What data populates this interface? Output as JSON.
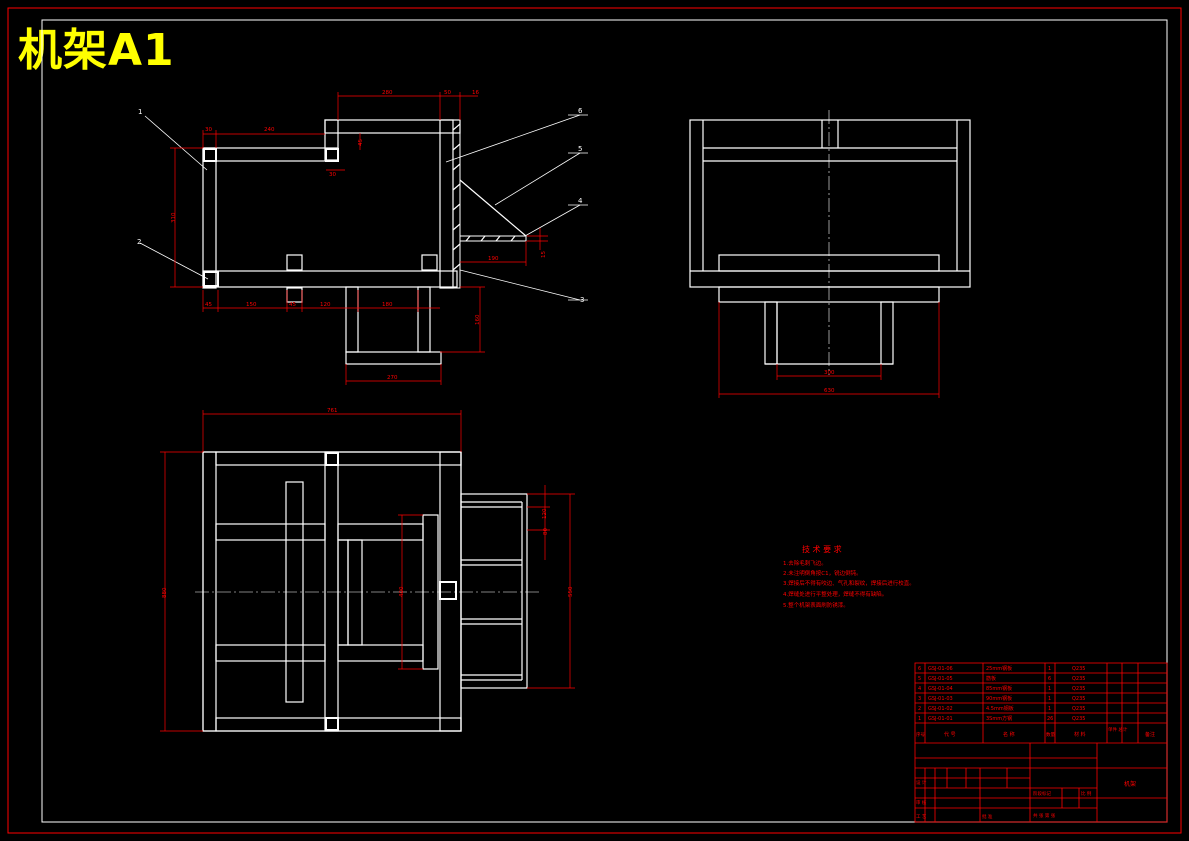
{
  "title": "机架A1",
  "colors": {
    "outline": "#ffffff",
    "dimension": "#ff0000",
    "background": "#000000",
    "title": "#ffff00"
  },
  "views": {
    "front": {
      "balloons": [
        "1",
        "2",
        "3",
        "4",
        "5",
        "6"
      ],
      "dims": {
        "top_280": "280",
        "top_50": "50",
        "top_16": "16",
        "d_30": "30",
        "d_240": "240",
        "d_45": "45",
        "d_30b": "30",
        "left_310": "310",
        "d_190": "190",
        "d_15": "15",
        "b_45": "45",
        "b_150": "150",
        "b_45b": "45",
        "b_120": "120",
        "b_180": "180",
        "r_160": "160",
        "b_270": "270"
      }
    },
    "side": {
      "dims": {
        "d_300": "300",
        "d_630": "630"
      }
    },
    "top": {
      "dims": {
        "w_761": "761",
        "h_880": "880",
        "in_400": "400",
        "r_550": "550",
        "r_80": "80",
        "r_120": "120"
      }
    }
  },
  "notes": {
    "heading": "技 术 要 求",
    "items": [
      "1.去除毛刺飞边。",
      "2.未注明倒角按C1，锐边倒钝。",
      "3.焊接后不得有咬边、气孔和裂纹，焊接后进行校直。",
      "4.焊缝处进行平整处理，焊缝不得有缺陷。",
      "5.整个机架表面刷防锈漆。"
    ]
  },
  "bom": {
    "rows": [
      {
        "no": "6",
        "code": "GSJ-01-06",
        "name": "25mm钢板",
        "qty": "1",
        "material": "Q235"
      },
      {
        "no": "5",
        "code": "GSJ-01-05",
        "name": "筋板",
        "qty": "6",
        "material": "Q235"
      },
      {
        "no": "4",
        "code": "GSJ-01-04",
        "name": "85mm钢板",
        "qty": "1",
        "material": "Q235"
      },
      {
        "no": "3",
        "code": "GSJ-01-03",
        "name": "90mm钢板",
        "qty": "1",
        "material": "Q235"
      },
      {
        "no": "2",
        "code": "GSJ-01-02",
        "name": "4.5mm钢板",
        "qty": "1",
        "material": "Q235"
      },
      {
        "no": "1",
        "code": "GSJ-01-01",
        "name": "3Smm方钢",
        "qty": "26",
        "material": "Q235"
      }
    ],
    "header": {
      "no": "序号",
      "code": "代 号",
      "name": "名 称",
      "qty": "数量",
      "material": "材 料",
      "weight": "单件 总计",
      "remark": "备注"
    },
    "title_label": "机架",
    "footer": {
      "designer": "设 计",
      "check": "审 核",
      "process": "工 艺",
      "approve": "批 准",
      "scale": "比 例",
      "stage": "阶段标记",
      "sheet": "共 张 第 张"
    }
  }
}
